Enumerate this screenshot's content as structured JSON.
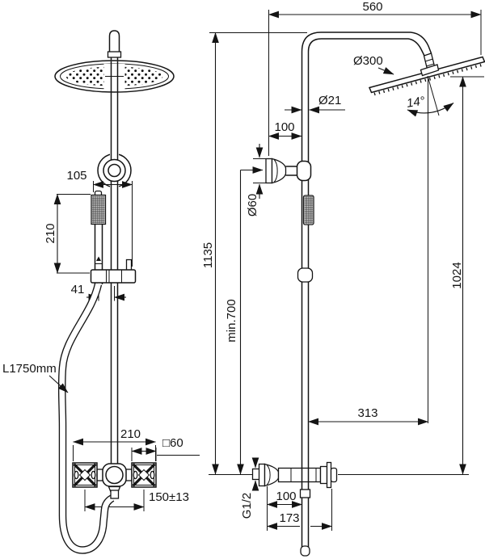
{
  "dimensions": {
    "front": {
      "holder_offset": "105",
      "hand_shower_length": "210",
      "axis_offset": "41",
      "hose_length": "L1750mm",
      "mixer_width": "210",
      "handle_size": "□60",
      "connection_centers": "150±13"
    },
    "side": {
      "reach": "560",
      "head_diameter": "Ø300",
      "head_angle": "14°",
      "pipe_diameter": "Ø21",
      "wall_to_pipe": "100",
      "rosette_diameter": "Ø60",
      "riser_height": "1135",
      "min_mounting_height": "min.700",
      "head_to_outlet_height": "1024",
      "head_projection": "313",
      "inlet_thread": "G1/2",
      "wall_to_hose": "100",
      "mixer_depth": "173"
    }
  }
}
